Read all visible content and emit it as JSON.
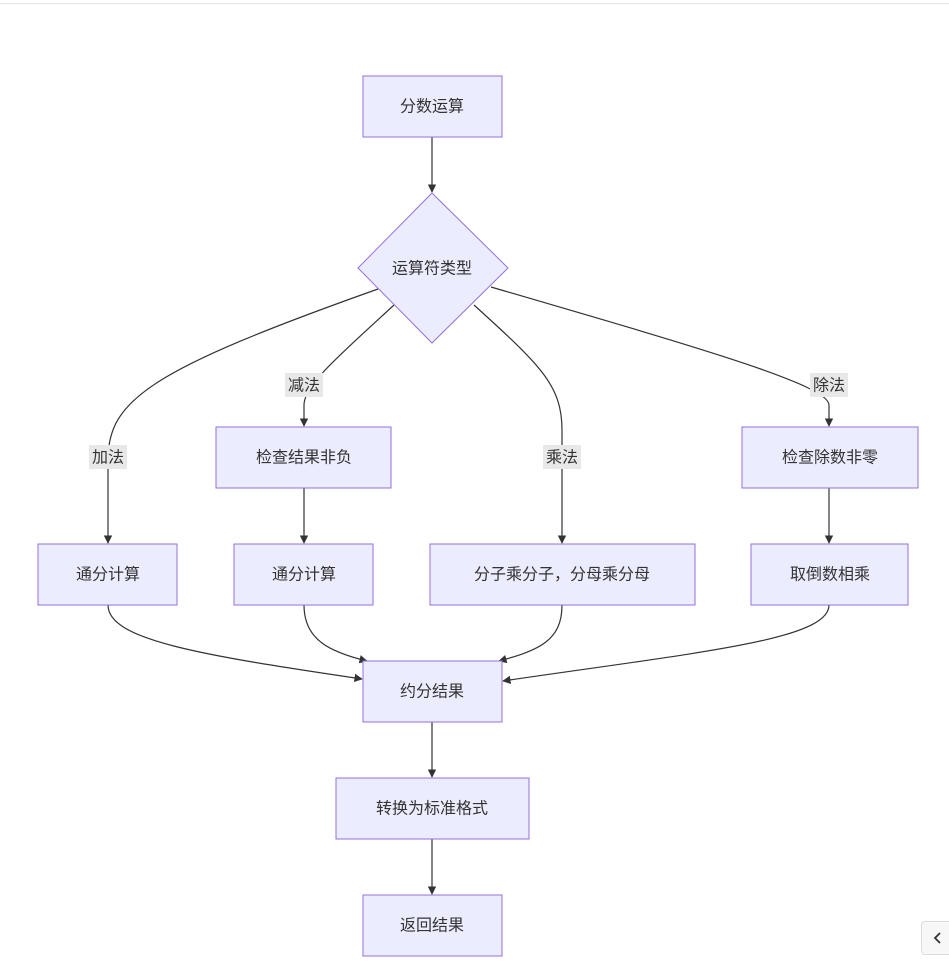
{
  "nodes": {
    "start": "分数运算",
    "decision": "运算符类型",
    "check_nonneg": "检查结果非负",
    "check_divisor": "检查除数非零",
    "add_common": "通分计算",
    "sub_common": "通分计算",
    "mul": "分子乘分子，分母乘分母",
    "reciprocal": "取倒数相乘",
    "reduce": "约分结果",
    "standardize": "转换为标准格式",
    "return": "返回结果"
  },
  "edge_labels": {
    "add": "加法",
    "sub": "减法",
    "mul": "乘法",
    "div": "除法"
  },
  "colors": {
    "node_fill": "#ececff",
    "node_stroke": "#9370db",
    "edge": "#333333",
    "label_bg": "#e8e8e8"
  },
  "icons": {
    "collapse": "chevron-left-icon"
  }
}
